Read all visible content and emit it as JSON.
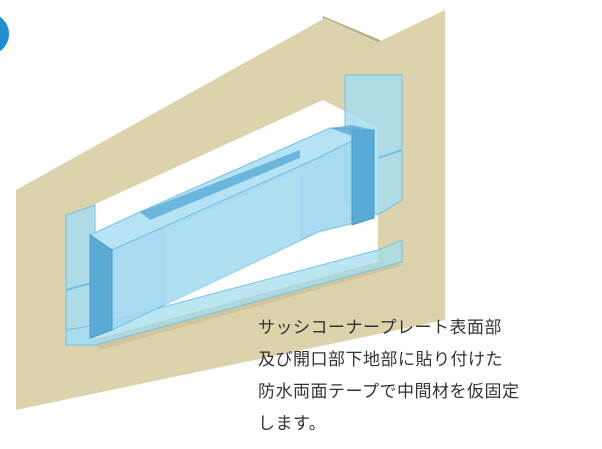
{
  "colors": {
    "wall": "#dcd3ad",
    "wall_dark": "#b5ac88",
    "tape": "#a6dcee",
    "tape_edge": "#6ec3e6",
    "block": "#9ed7ef",
    "block_dark": "#5aaad6",
    "block_top": "#b6e3f4",
    "step_indicator": "#1f8fd0",
    "caption_text": "#333333"
  },
  "caption": {
    "lines": [
      "サッシコーナープレート表面部",
      "及び開口部下地部に貼り付けた",
      "防水両面テープで中間材を仮固定",
      "します。"
    ]
  }
}
